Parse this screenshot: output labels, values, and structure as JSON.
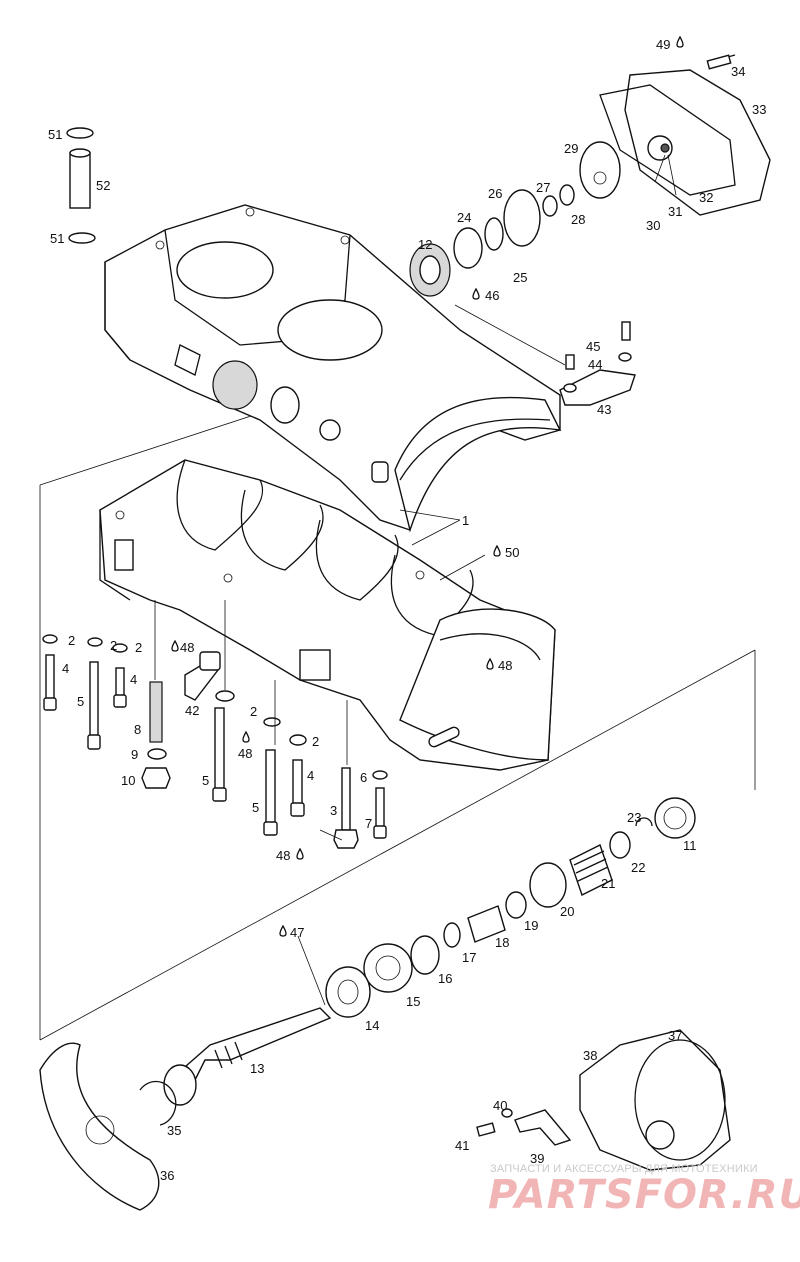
{
  "callouts": [
    {
      "id": "1",
      "label": "1"
    },
    {
      "id": "2a",
      "label": "2"
    },
    {
      "id": "2b",
      "label": "2"
    },
    {
      "id": "2c",
      "label": "2"
    },
    {
      "id": "2d",
      "label": "2"
    },
    {
      "id": "2e",
      "label": "2"
    },
    {
      "id": "3",
      "label": "3"
    },
    {
      "id": "4a",
      "label": "4"
    },
    {
      "id": "4b",
      "label": "4"
    },
    {
      "id": "4c",
      "label": "4"
    },
    {
      "id": "5a",
      "label": "5"
    },
    {
      "id": "5b",
      "label": "5"
    },
    {
      "id": "5c",
      "label": "5"
    },
    {
      "id": "6",
      "label": "6"
    },
    {
      "id": "7",
      "label": "7"
    },
    {
      "id": "8",
      "label": "8"
    },
    {
      "id": "9",
      "label": "9"
    },
    {
      "id": "10",
      "label": "10"
    },
    {
      "id": "11",
      "label": "11"
    },
    {
      "id": "12",
      "label": "12"
    },
    {
      "id": "13",
      "label": "13"
    },
    {
      "id": "14",
      "label": "14"
    },
    {
      "id": "15",
      "label": "15"
    },
    {
      "id": "16",
      "label": "16"
    },
    {
      "id": "17",
      "label": "17"
    },
    {
      "id": "18",
      "label": "18"
    },
    {
      "id": "19",
      "label": "19"
    },
    {
      "id": "20",
      "label": "20"
    },
    {
      "id": "21",
      "label": "21"
    },
    {
      "id": "22",
      "label": "22"
    },
    {
      "id": "23",
      "label": "23"
    },
    {
      "id": "24",
      "label": "24"
    },
    {
      "id": "25",
      "label": "25"
    },
    {
      "id": "26",
      "label": "26"
    },
    {
      "id": "27",
      "label": "27"
    },
    {
      "id": "28",
      "label": "28"
    },
    {
      "id": "29",
      "label": "29"
    },
    {
      "id": "30",
      "label": "30"
    },
    {
      "id": "31",
      "label": "31"
    },
    {
      "id": "32",
      "label": "32"
    },
    {
      "id": "33",
      "label": "33"
    },
    {
      "id": "34",
      "label": "34"
    },
    {
      "id": "35",
      "label": "35"
    },
    {
      "id": "36",
      "label": "36"
    },
    {
      "id": "37",
      "label": "37"
    },
    {
      "id": "38",
      "label": "38"
    },
    {
      "id": "39",
      "label": "39"
    },
    {
      "id": "40",
      "label": "40"
    },
    {
      "id": "41",
      "label": "41"
    },
    {
      "id": "42",
      "label": "42"
    },
    {
      "id": "43",
      "label": "43"
    },
    {
      "id": "44",
      "label": "44"
    },
    {
      "id": "45",
      "label": "45"
    },
    {
      "id": "46",
      "label": "46"
    },
    {
      "id": "47",
      "label": "47"
    },
    {
      "id": "48a",
      "label": "48"
    },
    {
      "id": "48b",
      "label": "48"
    },
    {
      "id": "48c",
      "label": "48"
    },
    {
      "id": "48d",
      "label": "48"
    },
    {
      "id": "49",
      "label": "49"
    },
    {
      "id": "50",
      "label": "50"
    },
    {
      "id": "51a",
      "label": "51"
    },
    {
      "id": "51b",
      "label": "51"
    },
    {
      "id": "52",
      "label": "52"
    }
  ],
  "watermark": {
    "tagline": "ЗАПЧАСТИ И АКСЕССУАРЫ ДЛЯ МОТОТЕХНИКИ",
    "brand": "PARTSFOR.RU",
    "color": "#f2b5b5"
  }
}
